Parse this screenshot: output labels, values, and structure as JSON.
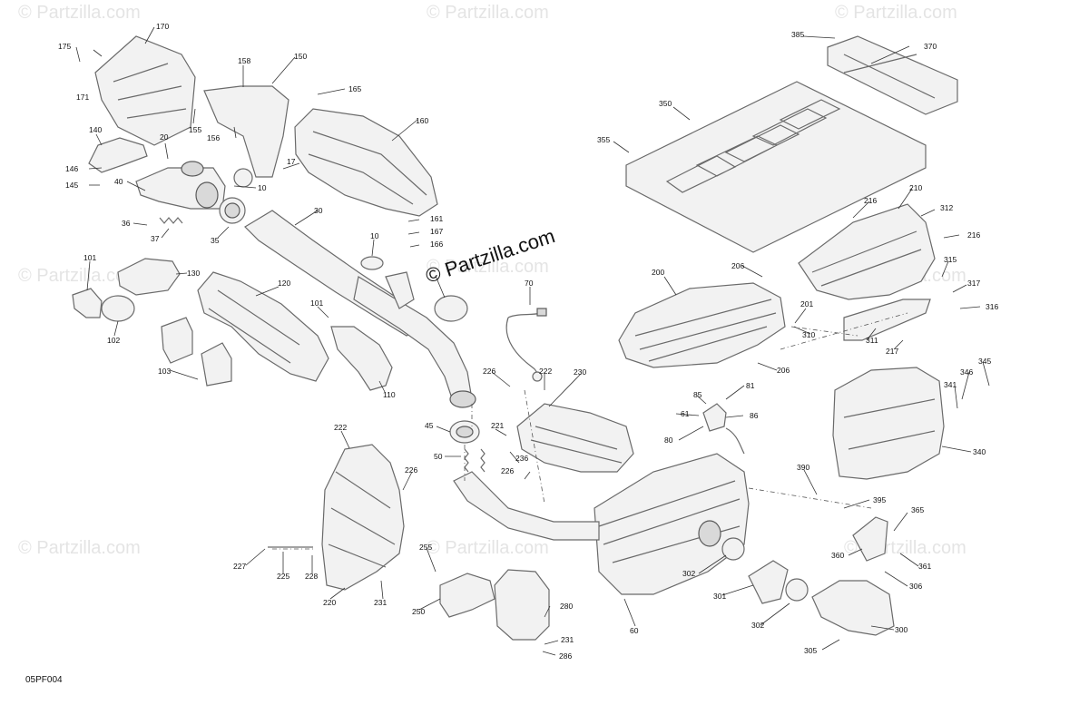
{
  "diagram_code": "05PF004",
  "brand_watermark": "© Partzilla.com",
  "callouts": [
    "10",
    "17",
    "20",
    "30",
    "35",
    "36",
    "37",
    "40",
    "45",
    "50",
    "60",
    "61",
    "70",
    "80",
    "81",
    "85",
    "86",
    "101",
    "102",
    "103",
    "110",
    "120",
    "130",
    "140",
    "145",
    "146",
    "150",
    "155",
    "156",
    "158",
    "160",
    "161",
    "165",
    "166",
    "167",
    "170",
    "171",
    "175",
    "200",
    "201",
    "206",
    "210",
    "216",
    "217",
    "220",
    "221",
    "222",
    "225",
    "226",
    "227",
    "228",
    "230",
    "231",
    "236",
    "250",
    "255",
    "280",
    "286",
    "300",
    "301",
    "302",
    "305",
    "306",
    "310",
    "311",
    "312",
    "315",
    "316",
    "317",
    "340",
    "341",
    "345",
    "346",
    "350",
    "355",
    "360",
    "361",
    "365",
    "370",
    "385",
    "390",
    "395"
  ]
}
